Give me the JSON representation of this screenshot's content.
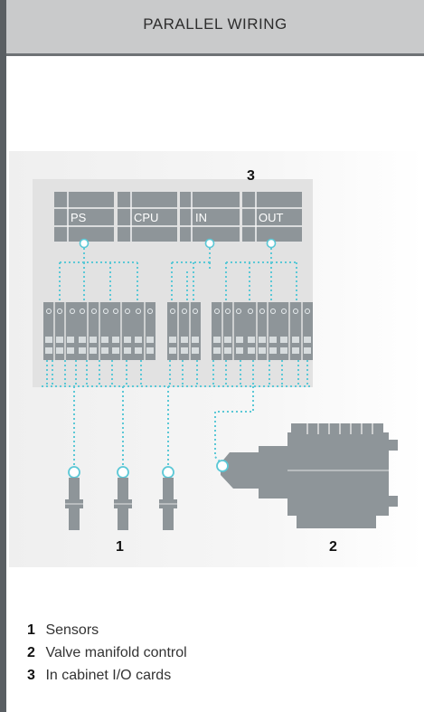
{
  "header": {
    "title": "PARALLEL WIRING"
  },
  "diagram": {
    "cabinet_cards": [
      "PS",
      "CPU",
      "IN",
      "OUT"
    ],
    "callouts": {
      "sensors": "1",
      "valve_manifold": "2",
      "cabinet": "3"
    }
  },
  "legend": {
    "items": [
      {
        "num": "1",
        "label": "Sensors"
      },
      {
        "num": "2",
        "label": "Valve manifold control"
      },
      {
        "num": "3",
        "label": "In cabinet I/O cards"
      }
    ]
  },
  "colors": {
    "header_bg": "#c9cacb",
    "module_gray": "#8e9599",
    "wire_cyan": "#5bc8d6",
    "cabinet_bg": "#e2e2e2"
  }
}
